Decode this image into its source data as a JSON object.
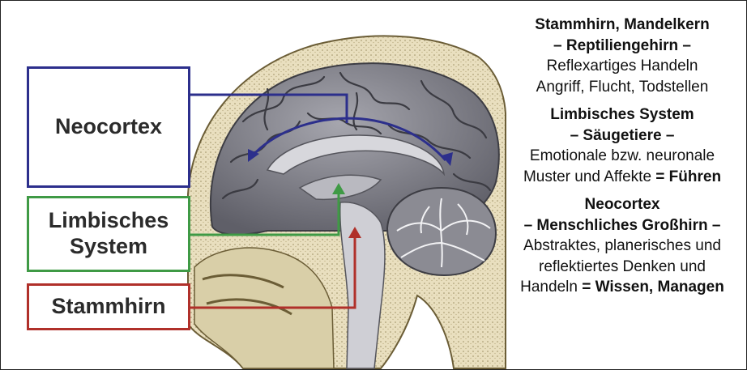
{
  "labels": {
    "neocortex": "Neocortex",
    "limbisches_line1": "Limbisches",
    "limbisches_line2": "System",
    "stammhirn": "Stammhirn"
  },
  "legend": {
    "stammhirn": {
      "title": "Stammhirn, Mandelkern",
      "subtitle": "– Reptiliengehirn –",
      "line1": "Reflexartiges Handeln",
      "line2": "Angriff, Flucht, Todstellen"
    },
    "limbisch": {
      "title": "Limbisches System",
      "subtitle": "– Säugetiere –",
      "line1": "Emotionale bzw. neuronale",
      "line2_plain": "Muster und Affekte ",
      "line2_bold": "= Führen"
    },
    "neocortex": {
      "title": "Neocortex",
      "subtitle": "– Menschliches Großhirn –",
      "line1": "Abstraktes, planerisches und",
      "line2": "reflektiertes Denken und",
      "line3_plain": "Handeln ",
      "line3_bold": "= Wissen, Managen"
    }
  },
  "colors": {
    "neocortex": "#2c2f8c",
    "limbisch": "#3f9a45",
    "stammhirn": "#b0302a",
    "skull": "#efe6c8",
    "brain": "#7c7c85"
  }
}
